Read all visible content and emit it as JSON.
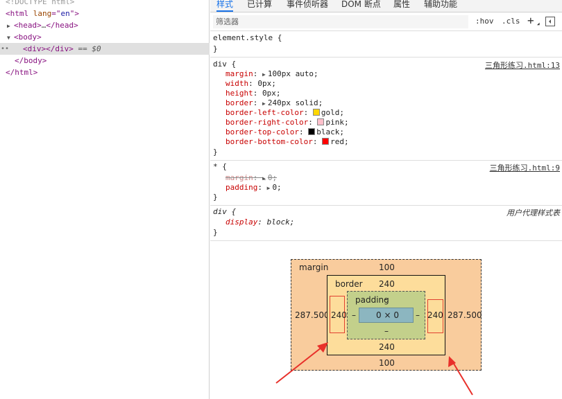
{
  "elements": {
    "lines": [
      {
        "text": "<!DOCTYPE html>"
      },
      {
        "open": "<html ",
        "attr": "lang",
        "eq": "=\"",
        "val": "en",
        "close": "\">"
      },
      {
        "open": "<head>",
        "ell": "…",
        "close": "</head>"
      },
      {
        "open": "<body>"
      },
      {
        "open": "<div></div>",
        "marker": " == $0"
      },
      {
        "open": "</body>"
      },
      {
        "open": "</html>"
      }
    ],
    "dots": "••"
  },
  "tabs": [
    "样式",
    "已计算",
    "事件侦听器",
    "DOM 断点",
    "属性",
    "辅助功能"
  ],
  "filter": {
    "placeholder": "筛选器",
    "hov": ":hov",
    "cls": ".cls",
    "plus": "+"
  },
  "rules": {
    "element_style": {
      "selector": "element.style {",
      "close": "}"
    },
    "div": {
      "selector": "div {",
      "source": "三角形练习.html:13",
      "props": [
        {
          "name": "margin",
          "colon": ": ",
          "value": "100px auto;",
          "expand": true
        },
        {
          "name": "width",
          "colon": ": ",
          "value": "0px;"
        },
        {
          "name": "height",
          "colon": ": ",
          "value": "0px;"
        },
        {
          "name": "border",
          "colon": ": ",
          "value": "240px solid;",
          "expand": true
        },
        {
          "name": "border-left-color",
          "colon": ": ",
          "value": "gold;",
          "swatch": "#ffd700"
        },
        {
          "name": "border-right-color",
          "colon": ": ",
          "value": "pink;",
          "swatch": "#ffc0cb"
        },
        {
          "name": "border-top-color",
          "colon": ": ",
          "value": "black;",
          "swatch": "#000000"
        },
        {
          "name": "border-bottom-color",
          "colon": ": ",
          "value": "red;",
          "swatch": "#ff0000"
        }
      ],
      "close": "}"
    },
    "universal": {
      "selector": "* {",
      "source": "三角形练习.html:9",
      "props": [
        {
          "name": "margin",
          "colon": ": ",
          "value": "0;",
          "expand": true,
          "struck": true
        },
        {
          "name": "padding",
          "colon": ": ",
          "value": "0;",
          "expand": true
        }
      ],
      "close": "}"
    },
    "ua_div": {
      "selector": "div {",
      "source": "用户代理样式表",
      "props": [
        {
          "name": "display",
          "colon": ": ",
          "value": "block;"
        }
      ],
      "close": "}"
    }
  },
  "box_model": {
    "margin_label": "margin",
    "margin_top": "100",
    "margin_bottom": "100",
    "margin_left": "287.500",
    "margin_right": "287.500",
    "border_label": "border",
    "border_top": "240",
    "border_bottom": "240",
    "border_left": "240",
    "border_right": "240",
    "padding_label": "padding",
    "padding_top": "-",
    "padding_bottom": "–",
    "padding_left": "–",
    "padding_right": "–",
    "content": "0 × 0",
    "colors": {
      "margin": "#f9cc9d",
      "border": "#fddd9b",
      "padding": "#c3d08b",
      "content": "#8cb6c0",
      "arrow": "#e8302a"
    }
  }
}
